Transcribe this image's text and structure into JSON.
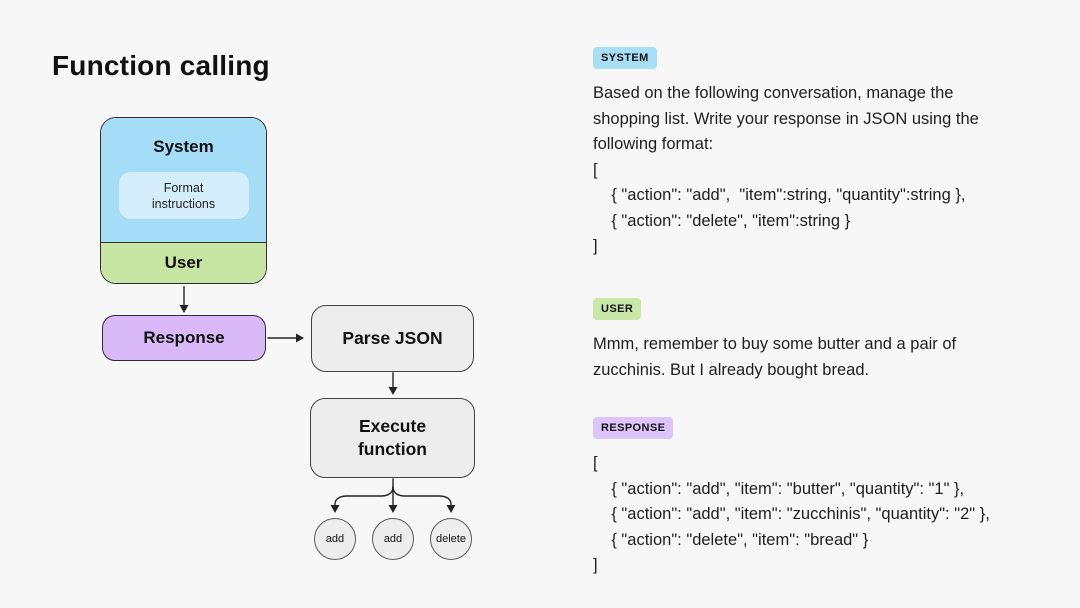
{
  "page": {
    "title": "Function calling",
    "background_color": "#f7f7f7"
  },
  "diagram": {
    "system_label": "System",
    "system_color": "#a6ddf6",
    "format_instructions_label": "Format instructions",
    "format_instructions_color": "#d4eefb",
    "user_label": "User",
    "user_color": "#c7e6a3",
    "response_label": "Response",
    "response_color": "#d9b9f8",
    "parse_json_label": "Parse JSON",
    "execute_function_label": "Execute function",
    "gray_node_color": "#ededed",
    "function_circles": [
      {
        "label": "add"
      },
      {
        "label": "add"
      },
      {
        "label": "delete"
      }
    ]
  },
  "conversation": {
    "system": {
      "badge": "SYSTEM",
      "badge_color": "#a8dff7",
      "lines": [
        "Based on the following conversation, manage the",
        "shopping list. Write your response in JSON using the",
        "following format:",
        "[",
        "    { \"action\": \"add\",  \"item\":string, \"quantity\":string },",
        "    { \"action\": \"delete\", \"item\":string }",
        "]"
      ]
    },
    "user": {
      "badge": "USER",
      "badge_color": "#c9e7a7",
      "lines": [
        "Mmm, remember to buy some butter and a pair of",
        "zucchinis. But I already bought bread."
      ]
    },
    "response": {
      "badge": "RESPONSE",
      "badge_color": "#ddc4f9",
      "lines": [
        "[",
        "    { \"action\": \"add\", \"item\": \"butter\", \"quantity\": \"1\" },",
        "    { \"action\": \"add\", \"item\": \"zucchinis\", \"quantity\": \"2\" },",
        "    { \"action\": \"delete\", \"item\": \"bread\" }",
        "]"
      ]
    }
  }
}
